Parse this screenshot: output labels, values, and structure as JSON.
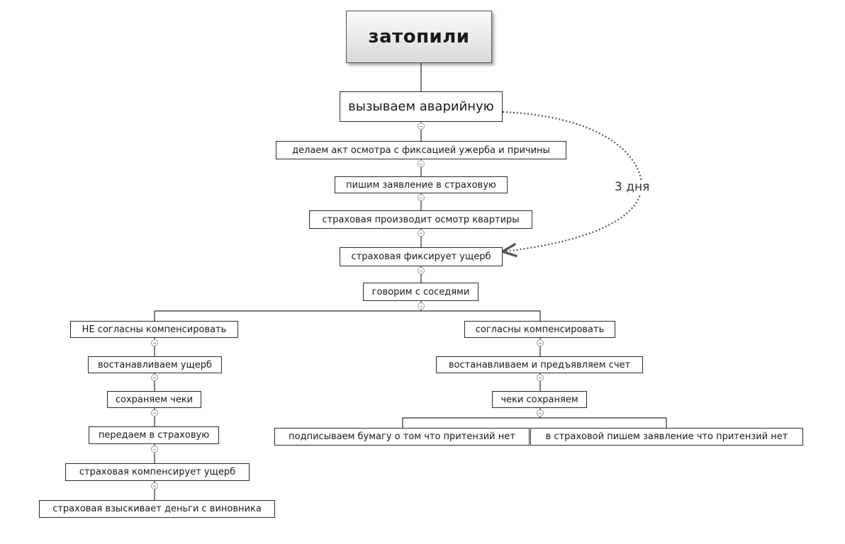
{
  "root": {
    "label": "затопили"
  },
  "steps": {
    "emergency": "вызываем аварийную",
    "inspection_act": "делаем акт осмотра с фиксацией ужерба и причины",
    "insurance_claim": "пишим заявление в страховую",
    "insurer_inspects": "страховая производит осмотр квартиры",
    "insurer_records": "страховая фиксирует ущерб",
    "talk_neighbors": "говорим с соседями"
  },
  "left_branch": {
    "title": "НЕ согласны компенсировать",
    "items": [
      "востанавливаем ущерб",
      "сохраняем чеки",
      "передаем в страховую",
      "страховая компенсирует ущерб",
      "страховая взыскивает деньги с виновника"
    ]
  },
  "right_branch": {
    "title": "согласны компенсировать",
    "items": [
      "востанавливаем и предъявляем счет",
      "чеки сохраняем"
    ],
    "outcomes": [
      "подписываем бумагу о том что притензий нет",
      "в страховой пишем заявление что притензий нет"
    ]
  },
  "relationship": {
    "label": "3 дня"
  },
  "colors": {
    "line": "#2a2a2a",
    "dotted": "#555555",
    "root_fill_top": "#fbfbfb",
    "root_fill_bottom": "#d9d9d9"
  }
}
